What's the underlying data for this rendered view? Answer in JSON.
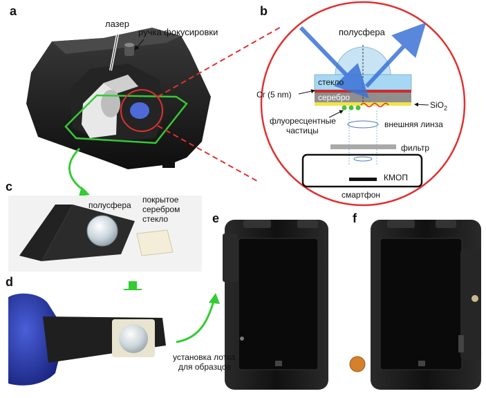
{
  "panels": {
    "a": "a",
    "b": "b",
    "c": "c",
    "d": "d",
    "e": "e",
    "f": "f"
  },
  "labels_a": {
    "laser": "лазер",
    "focus_knob": "ручка фокусировки"
  },
  "labels_b": {
    "hemisphere": "полусфера",
    "glass": "стекло",
    "silver": "серебро",
    "cr": "Cr (5 nm)",
    "sio2": "SiO",
    "sio2_sub": "2",
    "fluorescent_1": "флуоресцентные",
    "fluorescent_2": "частицы",
    "outer_lens": "внешняя линза",
    "filter": "фильтр",
    "cmos": "КМОП",
    "smartphone": "смартфон"
  },
  "labels_c": {
    "hemisphere": "полусфера",
    "coated_1": "покрытое",
    "coated_2": "серебром",
    "coated_3": "стекло"
  },
  "labels_d": {
    "install_1": "установка лотка",
    "install_2": "для образцов"
  },
  "colors": {
    "red_dashed": "#e03030",
    "green": "#33cc33",
    "blue_beam": "#3b73d6",
    "glass": "#9fd3f0",
    "silver": "#8a8a8a",
    "sio2": "#f5e64a",
    "device": "#1c1c1c"
  }
}
